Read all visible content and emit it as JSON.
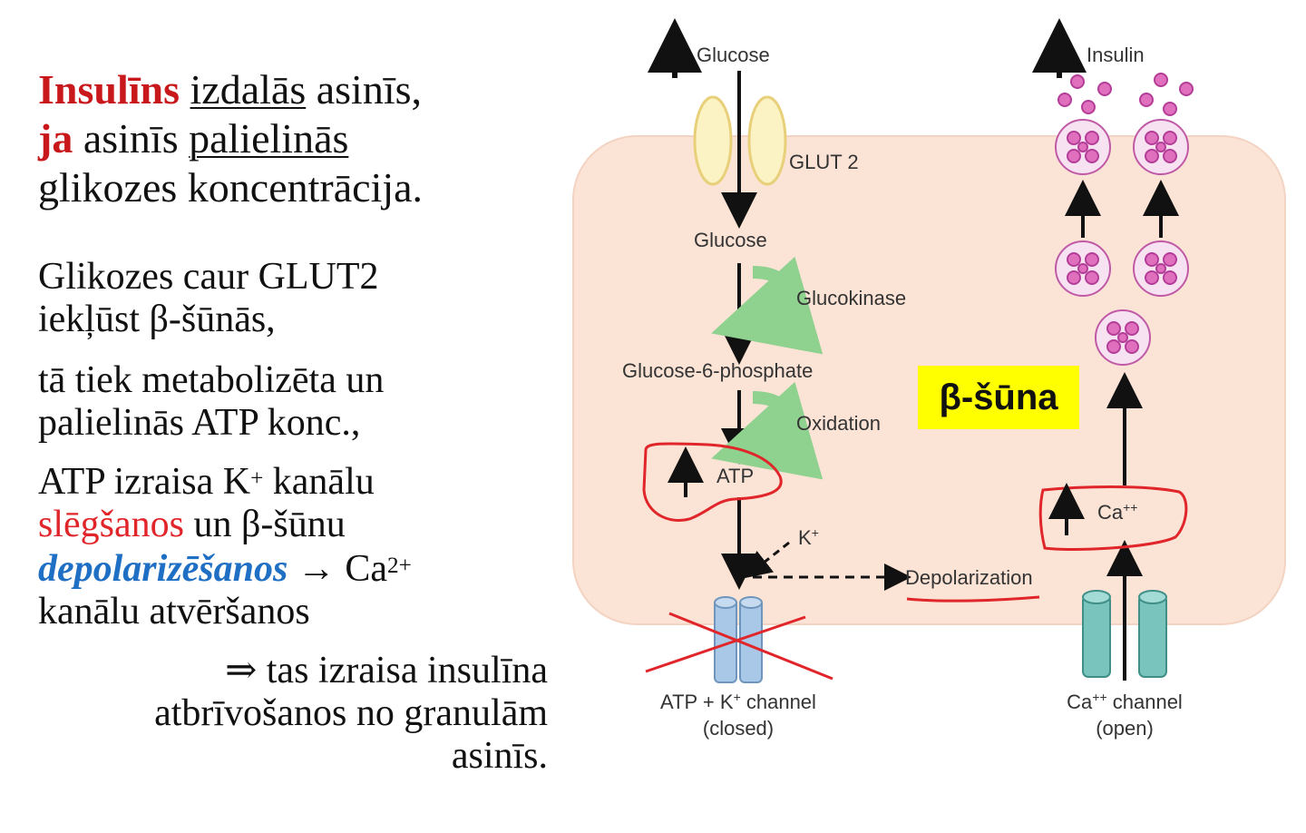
{
  "heading": {
    "line1": {
      "red": "Insulīns",
      "ul": "izdalās",
      "rest": "asinīs,"
    },
    "line2": {
      "red": "ja",
      "mid": "asinīs",
      "ul": "palielinās"
    },
    "line3": "glikozes koncentrācija."
  },
  "body": {
    "p1_l1": "Glikozes caur GLUT2",
    "p1_l2": "iekļūst β-šūnās,",
    "p2_l1": "tā tiek metabolizēta un",
    "p2_l2": "palielinās ATP konc.,",
    "p3_l1_a": "ATP izraisa K",
    "p3_l1_sup": "+",
    "p3_l1_b": "kanālu",
    "p3_l2_red": "slēgšanos",
    "p3_l2_rest": "un β-šūnu",
    "p3_l3_blue": "depolarizēšanos",
    "p3_l3_rest": "→ Ca",
    "p3_l3_sup": "2+",
    "p3_l4": "kanālu atvēršanos",
    "p4_l1": "⇒ tas izraisa insulīna",
    "p4_l2": "atbrīvošanos no granulām",
    "p4_l3": "asinīs."
  },
  "diagram": {
    "glucose_top": "Glucose",
    "insulin_top": "Insulin",
    "glut2": "GLUT 2",
    "glucose_in": "Glucose",
    "glucokinase": "Glucokinase",
    "g6p": "Glucose-6-phosphate",
    "oxidation": "Oxidation",
    "atp": "ATP",
    "kplus": "K",
    "kplus_sup": "+",
    "depolarization": "Depolarization",
    "ca_in": "Ca",
    "ca_in_sup": "++",
    "katp_l1_a": "ATP + K",
    "katp_l1_sup": "+",
    "katp_l1_b": " channel",
    "katp_l2": "(closed)",
    "ca_ch_l1_a": "Ca",
    "ca_ch_l1_sup": "++",
    "ca_ch_l1_b": " channel",
    "ca_ch_l2": "(open)",
    "beta_label": "β-šūna"
  },
  "colors": {
    "heading_red": "#c8181c",
    "red": "#e0262a",
    "blue": "#1f6fc4",
    "cell": "#fbe3d6",
    "highlight": "#ffff00"
  }
}
